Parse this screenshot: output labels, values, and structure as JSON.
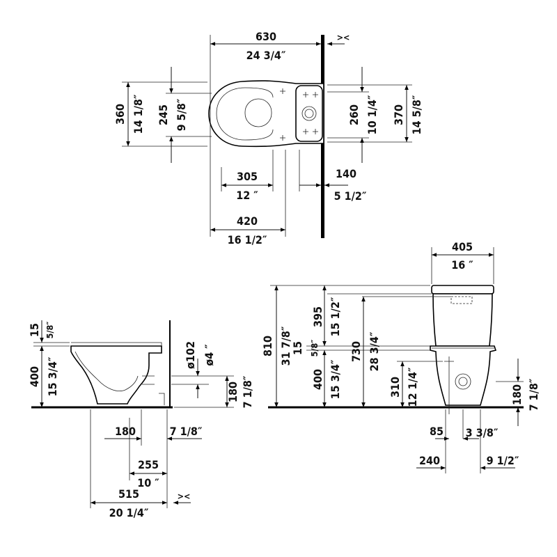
{
  "top_view": {
    "width": {
      "mm": "630",
      "in": "24 3/4″"
    },
    "depth_left": {
      "mm": "360",
      "in": "14 1/8″"
    },
    "depth_seat": {
      "mm": "245",
      "in": "9 5/8″"
    },
    "depth_right_inner": {
      "mm": "260",
      "in": "10 1/4″"
    },
    "depth_right_outer": {
      "mm": "370",
      "in": "14 5/8″"
    },
    "to_center": {
      "mm": "305",
      "in": "12 ″"
    },
    "to_fix": {
      "mm": "420",
      "in": "16 1/2″"
    },
    "wall_gap": {
      "mm": "140",
      "in": "5 1/2″"
    },
    "gap_symbol": "><"
  },
  "side_view": {
    "rim_offset": {
      "mm": "15",
      "in": "5/8″"
    },
    "height": {
      "mm": "400",
      "in": "15 3/4″"
    },
    "outlet_diam": {
      "mm": "ø102",
      "in": "ø4 ″"
    },
    "outlet_height": {
      "mm": "180",
      "in": "7 1/8″"
    },
    "outlet_from_wall": {
      "mm": "180",
      "in": "7 1/8″"
    },
    "fix_from_wall": {
      "mm": "255",
      "in": "10 ″"
    },
    "total_depth": {
      "mm": "515",
      "in": "20 1/4″"
    },
    "gap_symbol": "><"
  },
  "front_view": {
    "tank_width": {
      "mm": "405",
      "in": "16 ″"
    },
    "total_height": {
      "mm": "810",
      "in": "31 7/8″"
    },
    "tank_height": {
      "mm": "395",
      "in": "15 1/2″"
    },
    "rim_offset": {
      "mm": "15",
      "in": "5/8″"
    },
    "seat_height": {
      "mm": "400",
      "in": "15 3/4″"
    },
    "button_height": {
      "mm": "730",
      "in": "28 3/4″"
    },
    "fix_height": {
      "mm": "310",
      "in": "12 1/4″"
    },
    "outlet_height": {
      "mm": "180",
      "in": "7 1/8″"
    },
    "half_left": {
      "mm": "85",
      "in": "3 3/8″"
    },
    "spacing": {
      "mm": "240",
      "in": "9 1/2″"
    }
  }
}
